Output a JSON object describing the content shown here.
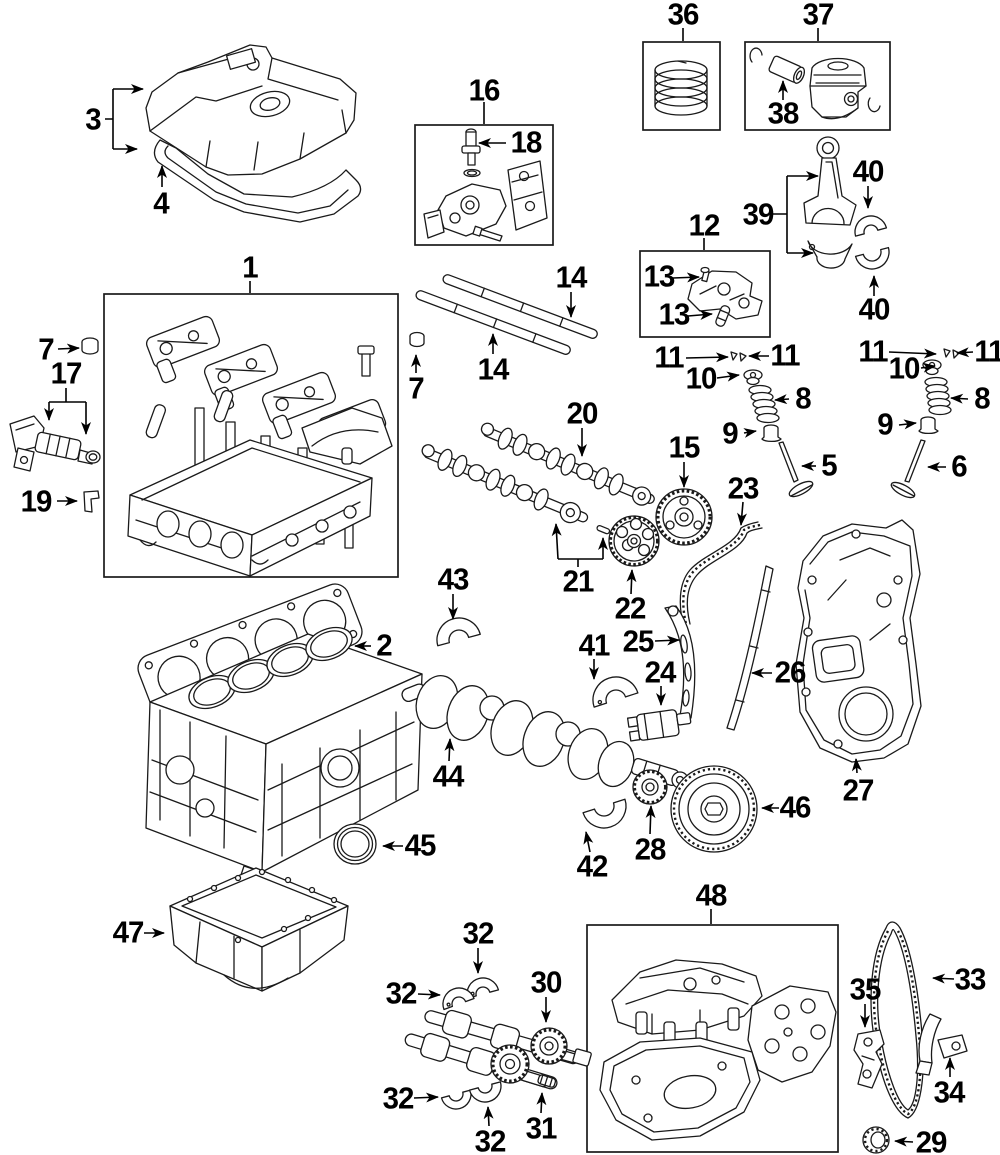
{
  "diagram": {
    "kind": "engine-exploded-parts-diagram",
    "background": "#ffffff",
    "line_color": "#1a1a1a",
    "label_color": "#000000"
  },
  "callouts": [
    {
      "label": "36",
      "part": "piston-ring-set"
    },
    {
      "label": "37",
      "part": "piston-kit"
    },
    {
      "label": "3",
      "part": "valve-cover"
    },
    {
      "label": "16",
      "part": "spool-valve-kit"
    },
    {
      "label": "18",
      "part": "solenoid-valve"
    },
    {
      "label": "38",
      "part": "piston-pin"
    },
    {
      "label": "4",
      "part": "valve-cover-gasket"
    },
    {
      "label": "40",
      "part": "rod-bearing-upper"
    },
    {
      "label": "39",
      "part": "connecting-rod"
    },
    {
      "label": "12",
      "part": "rocker-piece-kit"
    },
    {
      "label": "13",
      "part": "screw"
    },
    {
      "label": "13",
      "part": "pin"
    },
    {
      "label": "40",
      "part": "rod-bearing-lower"
    },
    {
      "label": "1",
      "part": "cylinder-head-assembly"
    },
    {
      "label": "14",
      "part": "rocker-shaft-a"
    },
    {
      "label": "11",
      "part": "valve-keeper"
    },
    {
      "label": "11",
      "part": "valve-keeper"
    },
    {
      "label": "11",
      "part": "valve-keeper"
    },
    {
      "label": "11",
      "part": "valve-keeper"
    },
    {
      "label": "7",
      "part": "sealing-cap"
    },
    {
      "label": "10",
      "part": "spring-retainer"
    },
    {
      "label": "10",
      "part": "spring-retainer"
    },
    {
      "label": "17",
      "part": "oil-control-solenoid"
    },
    {
      "label": "14",
      "part": "rocker-shaft-b"
    },
    {
      "label": "7",
      "part": "sealing-cap"
    },
    {
      "label": "8",
      "part": "valve-spring"
    },
    {
      "label": "8",
      "part": "valve-spring"
    },
    {
      "label": "20",
      "part": "camshaft-intake"
    },
    {
      "label": "9",
      "part": "valve-stem-seal"
    },
    {
      "label": "9",
      "part": "valve-stem-seal"
    },
    {
      "label": "15",
      "part": "vtc-actuator"
    },
    {
      "label": "5",
      "part": "intake-valve"
    },
    {
      "label": "6",
      "part": "exhaust-valve"
    },
    {
      "label": "23",
      "part": "timing-chain"
    },
    {
      "label": "19",
      "part": "clip"
    },
    {
      "label": "21",
      "part": "camshaft-exhaust"
    },
    {
      "label": "43",
      "part": "main-bearing"
    },
    {
      "label": "22",
      "part": "cam-sprocket"
    },
    {
      "label": "41",
      "part": "main-bearing-upper"
    },
    {
      "label": "25",
      "part": "tensioner-arm"
    },
    {
      "label": "2",
      "part": "head-gasket"
    },
    {
      "label": "26",
      "part": "chain-guide"
    },
    {
      "label": "24",
      "part": "chain-tensioner"
    },
    {
      "label": "27",
      "part": "timing-cover"
    },
    {
      "label": "44",
      "part": "crankshaft"
    },
    {
      "label": "46",
      "part": "crank-pulley"
    },
    {
      "label": "45",
      "part": "crank-seal"
    },
    {
      "label": "42",
      "part": "main-bearing-lower"
    },
    {
      "label": "28",
      "part": "crank-sprocket"
    },
    {
      "label": "47",
      "part": "oil-pan"
    },
    {
      "label": "48",
      "part": "oil-pump-assembly"
    },
    {
      "label": "32",
      "part": "balance-shaft-bearing"
    },
    {
      "label": "30",
      "part": "balance-shaft-gear"
    },
    {
      "label": "35",
      "part": "pump-chain-guide"
    },
    {
      "label": "33",
      "part": "oil-pump-chain"
    },
    {
      "label": "32",
      "part": "balance-shaft-bearing"
    },
    {
      "label": "31",
      "part": "balance-shaft"
    },
    {
      "label": "32",
      "part": "balance-shaft-bearing"
    },
    {
      "label": "32",
      "part": "balance-shaft-bearing"
    },
    {
      "label": "34",
      "part": "pump-chain-tensioner"
    },
    {
      "label": "29",
      "part": "sprocket-nut"
    }
  ]
}
